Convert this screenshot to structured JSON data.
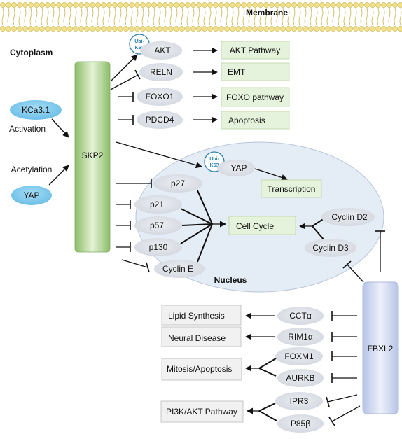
{
  "labels": {
    "membrane": "Membrane",
    "cytoplasm": "Cytoplasm",
    "nucleus": "Nucleus"
  },
  "skp2": {
    "label": "SKP2",
    "regulators": {
      "kca": "KCa3.1",
      "yap": "YAP",
      "activation": "Activation",
      "acetylation": "Acetylation"
    },
    "cytoplasm_targets": {
      "akt": "AKT",
      "reln": "RELN",
      "foxo1": "FOXO1",
      "pdcd4": "PDCD4"
    },
    "cytoplasm_outcomes": {
      "akt_pathway": "AKT Pathway",
      "emt": "EMT",
      "foxo_pathway": "FOXO pathway",
      "apoptosis": "Apoptosis"
    },
    "ubiquitin": {
      "line1": "Ubi-",
      "line2": "K63"
    },
    "nuclear_yap": "YAP",
    "transcription": "Transcription",
    "nuclear_targets": {
      "p27": "p27",
      "p21": "p21",
      "p57": "p57",
      "p130": "p130",
      "cyclin_e": "Cyclin E"
    }
  },
  "cell_cycle": "Cell Cycle",
  "cyclins": {
    "d2": "Cyclin D2",
    "d3": "Cyclin D3"
  },
  "fbxl2": {
    "label": "FBXL2",
    "targets": {
      "ccta": "CCTα",
      "rim1a": "RIM1α",
      "foxm1": "FOXM1",
      "aurkb": "AURKB",
      "ipr3": "IPR3",
      "p85b": "P85β"
    },
    "outcomes": {
      "lipid": "Lipid Synthesis",
      "neural": "Neural Disease",
      "mitosis": "Mitosis/Apoptosis",
      "pi3k": "PI3K/AKT Pathway"
    }
  },
  "colors": {
    "membrane_head": "#f0e08a",
    "membrane_stroke": "#c8b24a",
    "nucleus_fill": "#e4ecf6",
    "protein_oval": "#dcdfe6",
    "outcome_green": "#e5f2dc",
    "outcome_gray": "#f1f1f1",
    "yap_blue": "#7ac8ec",
    "skp2_green": "#9cc97c",
    "fbxl2_blue": "#c9d3ec"
  }
}
